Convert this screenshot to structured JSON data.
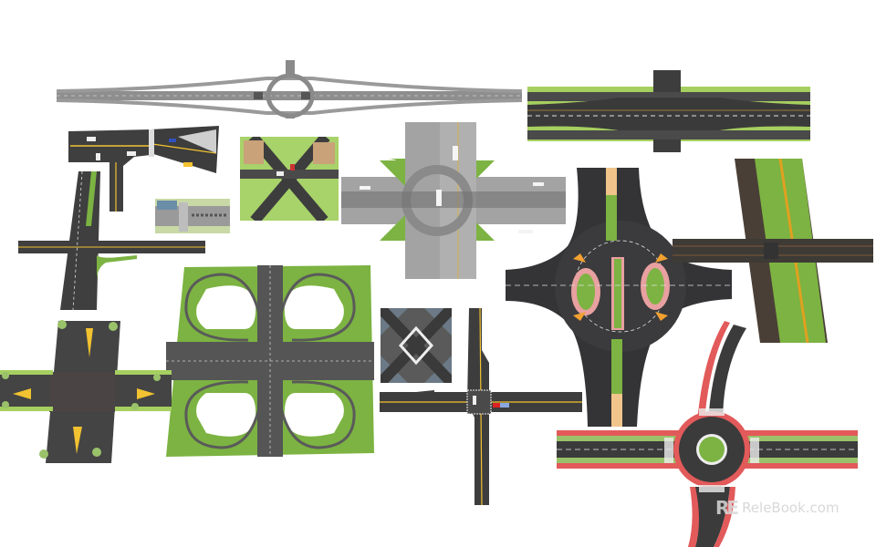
{
  "scene": {
    "background": "#ffffff",
    "description": "Collection of 3D road intersection and interchange models viewed from above",
    "colors": {
      "asphalt_dark": "#3a3a3c",
      "asphalt_grey": "#8c8c8c",
      "grass": "#7cb342",
      "grass_light": "#a5cf5f",
      "lane_yellow": "#f2c230",
      "bike_lane_red": "#e25a5a",
      "sidewalk_pink": "#e8a0a0",
      "median_tan": "#f0c48a"
    }
  },
  "models": [
    {
      "id": "elongated-diamond-overpass",
      "type": "interchange with roundabout over highway"
    },
    {
      "id": "urban-y-intersection",
      "type": "signalized T/Y intersection with vehicles"
    },
    {
      "id": "x-crossing-square",
      "type": "diagonal X crossing with buildings"
    },
    {
      "id": "pedestrian-bridge",
      "type": "small elevated walkway section"
    },
    {
      "id": "grey-cloverleaf-roundabout",
      "type": "elevated double roundabout interchange"
    },
    {
      "id": "green-edge-split-highway",
      "type": "highway with frontage road split"
    },
    {
      "id": "t-junction-median",
      "type": "T-shaped intersection with green median"
    },
    {
      "id": "large-dark-roundabout",
      "type": "multi-lane roundabout with medians"
    },
    {
      "id": "rail-style-crossing",
      "type": "crossing with striped medians and yellow line"
    },
    {
      "id": "cloverleaf-interchange",
      "type": "four-leaf cloverleaf on grass"
    },
    {
      "id": "tree-lined-crossroad",
      "type": "four-way intersection with hatched islands"
    },
    {
      "id": "city-block-crossing",
      "type": "diagonal crossing with buildings"
    },
    {
      "id": "signalized-cross-intersection",
      "type": "four-way with turn arrows and cars"
    },
    {
      "id": "red-bike-lane-roundabout",
      "type": "small roundabout with red bike lanes"
    }
  ],
  "watermark": {
    "logo": "RE",
    "text": "ReleBook.com"
  }
}
